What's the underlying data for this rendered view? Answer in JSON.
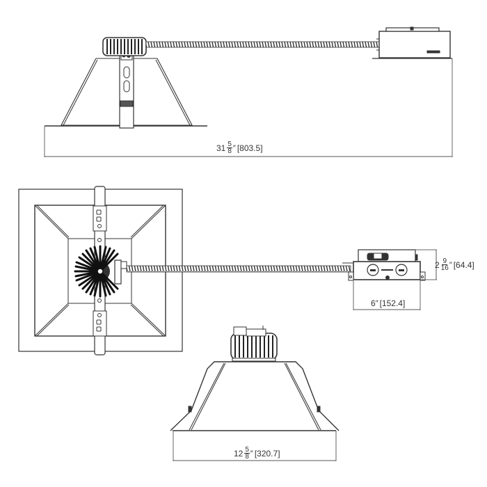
{
  "drawing": {
    "subject": "Recessed square downlight with junction box",
    "line_color": "#333333",
    "views": [
      {
        "id": "front-elevation",
        "label": "Front elevation with remote junction box"
      },
      {
        "id": "plan-view",
        "label": "Plan (top) view"
      },
      {
        "id": "side-elevation",
        "label": "Side elevation"
      },
      {
        "id": "junction-box-front",
        "label": "Junction box front view"
      }
    ]
  },
  "dimensions": {
    "overall_length": {
      "whole": "31",
      "num": "5",
      "den": "8",
      "unit": "″",
      "metric": "[803.5]"
    },
    "jbox_height": {
      "whole": "2",
      "num": "9",
      "den": "16",
      "unit": "″",
      "metric": "[64.4]"
    },
    "jbox_width": {
      "whole": "6",
      "num": "",
      "den": "",
      "unit": "″",
      "metric": "[152.4]"
    },
    "trim_width": {
      "whole": "12",
      "num": "5",
      "den": "8",
      "unit": "″",
      "metric": "[320.7]"
    }
  },
  "components": {
    "driver_heatsink": "heatsink-icon",
    "flex_conduit": "conduit-icon",
    "junction_box": "junction-box-icon",
    "mounting_bracket": "bracket-icon",
    "knockouts": "knockout-icon"
  }
}
